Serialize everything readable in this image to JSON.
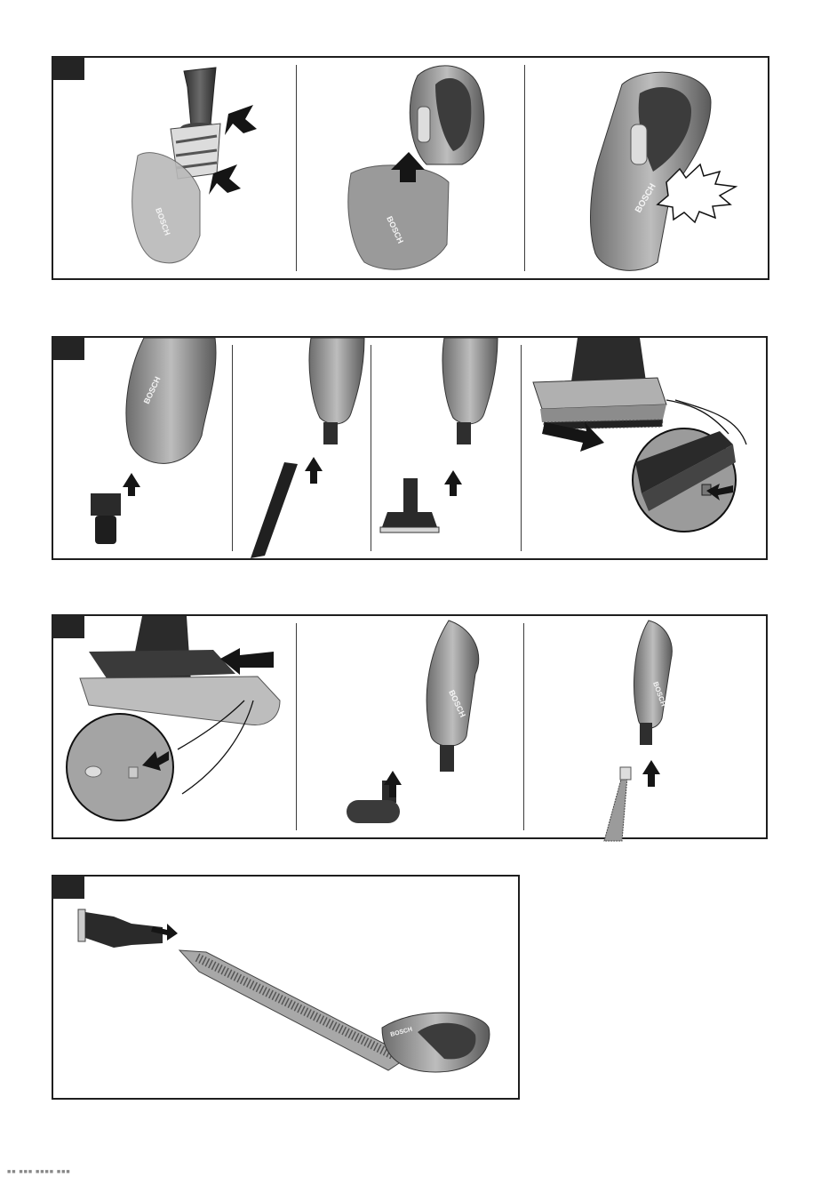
{
  "brand": "BOSCH",
  "colors": {
    "frame": "#1e1e1e",
    "device_dark": "#3c3c3c",
    "device_mid": "#8a8a8a",
    "device_light": "#c8c8c8",
    "arrow": "#151515"
  },
  "figures": [
    {
      "id": "fig-1",
      "panels": [
        "insert-filter",
        "attach-container",
        "click-lock"
      ]
    },
    {
      "id": "fig-2",
      "panels": [
        "accessory-adapter",
        "crevice-nozzle",
        "brush-nozzle",
        "brush-insert-detail"
      ]
    },
    {
      "id": "fig-3",
      "panels": [
        "upholstery-insert-detail",
        "roller-nozzle",
        "flexible-hose"
      ]
    },
    {
      "id": "fig-4",
      "panels": [
        "hose-with-brush-assembly"
      ]
    }
  ],
  "footer": "■■ ■■■ ■■■■ ■■■"
}
